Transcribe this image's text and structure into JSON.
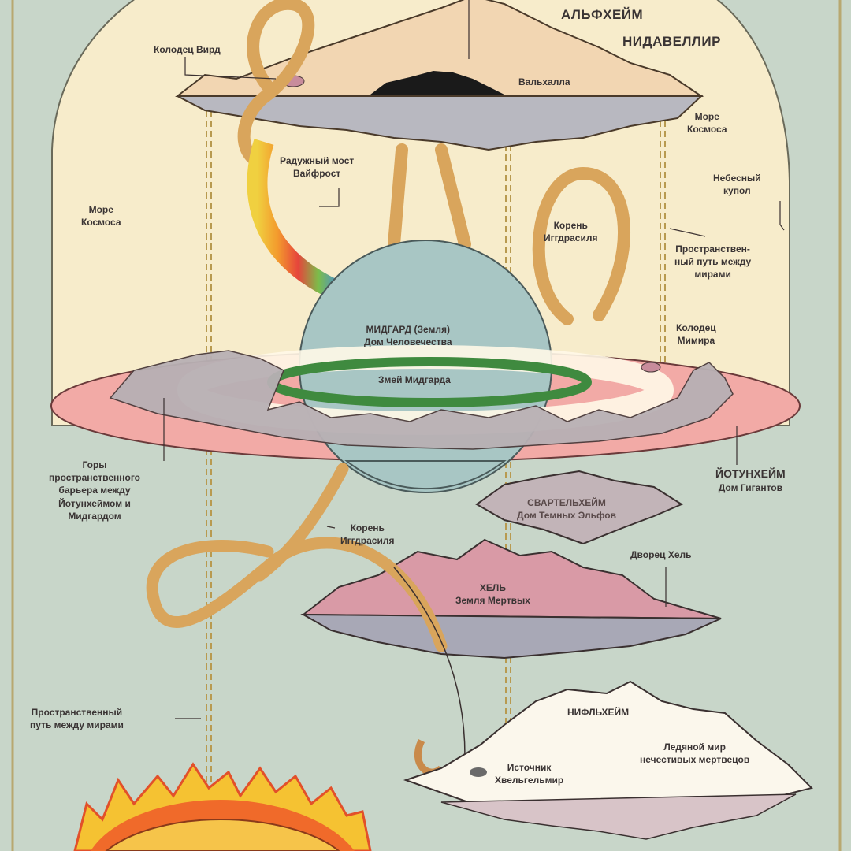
{
  "labels": {
    "alfheim": "АЛЬФХЕЙМ",
    "nidavellir": "НИДАВЕЛЛИР",
    "well_urd": "Колодец Вирд",
    "valhalla": "Вальхалла",
    "cosmic_sea_right": [
      "Море",
      "Космоса"
    ],
    "cosmic_sea_left": [
      "Море",
      "Космоса"
    ],
    "bifrost": [
      "Радужный мост",
      "Вайфрост"
    ],
    "sky_dome": [
      "Небесный",
      "купол"
    ],
    "root_upper": [
      "Корень",
      "Иггдрасиля"
    ],
    "path_right": [
      "Пространствен-",
      "ный путь между",
      "мирами"
    ],
    "midgard": [
      "МИДГАРД (Земля)",
      "Дом Человечества"
    ],
    "mimir_well": [
      "Колодец",
      "Мимира"
    ],
    "serpent": "Змей Мидгарда",
    "barrier_mountains": [
      "Горы",
      "пространственного",
      "барьера между",
      "Йотунхеймом и",
      "Мидгардом"
    ],
    "jotunheim": [
      "ЙОТУНХЕЙМ",
      "Дом Гигантов"
    ],
    "svartalfheim": [
      "СВАРТЕЛЬХЕЙМ",
      "Дом Темных Эльфов"
    ],
    "root_lower": [
      "Корень",
      "Иггдрасиля"
    ],
    "hel_palace": "Дворец Хель",
    "hel": [
      "ХЕЛЬ",
      "Земля Мертвых"
    ],
    "path_left": [
      "Пространственный",
      "путь между мирами"
    ],
    "niflheim": "НИФЛЬХЕЙМ",
    "icy_world": [
      "Ледяной мир",
      "нечестивых мертвецов"
    ],
    "hvergelmir": [
      "Источник",
      "Хвельгельмир"
    ]
  },
  "colors": {
    "background": "#c8d6c9",
    "dome": "#f7eccb",
    "midgard": "#a8c6c4",
    "disk": "#f2aaa6",
    "serpent": "#3f8a3f",
    "root": "#d9a55c",
    "hel": "#d99aa6",
    "fire": "#f06a2a"
  }
}
